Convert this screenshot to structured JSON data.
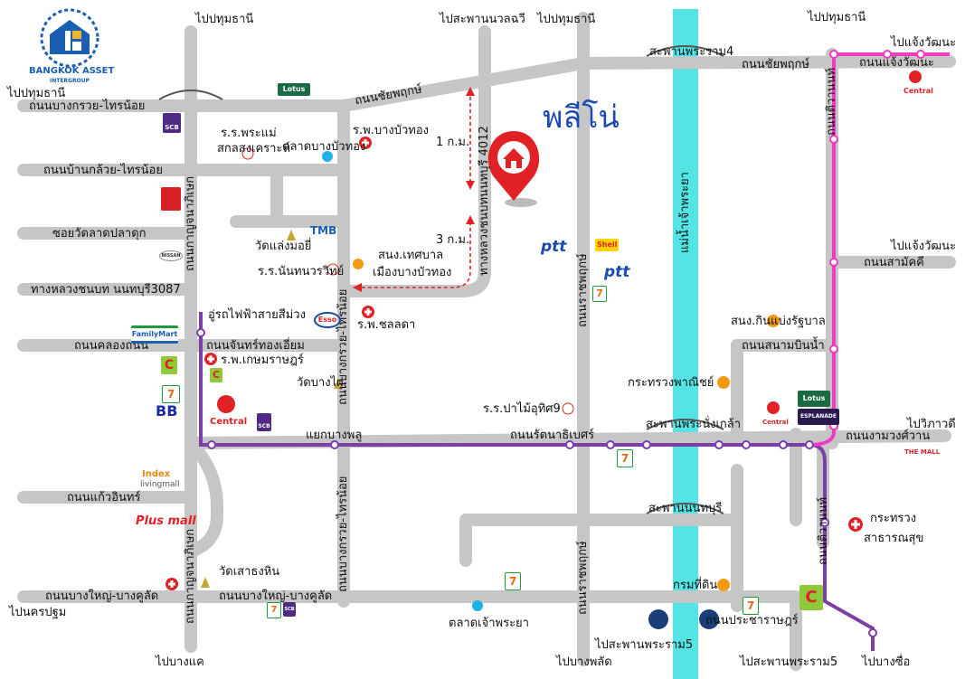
{
  "title": "พลีโน่",
  "logo": {
    "name": "BANGKOK ASSET",
    "tagline": "INTERGROUP"
  },
  "roads": {
    "chaiyaphruek_top": "ถนนชัยพฤกษ์",
    "chaiyaphruek_right": "ถนนชัยพฤกษ์",
    "bangkruai_sainoi_top": "ถนนบางกรวย-ไทรน้อย",
    "bangkruai_sainoi_v1": "ถนนบางกรวย-ไทรน้อย",
    "bangkruai_sainoi_v2": "ถนนบางกรวย-ไทรน้อย",
    "ban_kluai_sainoi": "ถนนบ้านกล้วย-ไทรน้อย",
    "soi_wat_lat_pla_duk": "ซอยวัดลาดปลาดุก",
    "highway_3087": "ทางหลวงชนบท นนทบุรี3087",
    "highway_4012": "ทางหลวงชนบทนนทบุรี 4012",
    "khlong_thanon": "ถนนคลองถนน",
    "chan_thong_iam": "ถนนจันทร์ทองเอี่ยม",
    "kanchanaphisek_1": "ถนนกาญจนาภิเษก",
    "kanchanaphisek_2": "ถนนกาญจนาภิเษก",
    "kaeo_in": "ถนนแก้วอินทร์",
    "bang_yai_bang_khu_lat_left": "ถนนบางใหญ่-บางคูลัด",
    "bang_yai_bang_khu_lat_mid": "ถนนบางใหญ่-บางคูลัด",
    "rattanathibet": "ถนนรัตนาธิเบศร์",
    "ratchaphruek_1": "ถนนราชพฤกษ์",
    "ratchaphruek_2": "ถนนราชพฤกษ์",
    "chaeng_watthana": "ถนนแจ้งวัฒนะ",
    "tiwanon_1": "ถนนติวานนท์",
    "tiwanon_2": "ถนนติวานนท์",
    "samakkhi": "ถนนสามัคคี",
    "sanam_bin_nam": "ถนนสนามบินน้ำ",
    "ngam_wong_wan": "ถนนงามวงศ์วาน",
    "pracharat": "ถนนประชาราษฎร์",
    "river": "แม่น้ำเจ้าพระยา"
  },
  "bridges": {
    "rama4": "สะพานพระราม4",
    "nangklao": "สะพานพระนั่งเกล้า",
    "nonthaburi": "สะพานนนทบุรี"
  },
  "directions": {
    "pathum_left": "ไปปทุมธานี",
    "pathum_top1": "ไปปทุมธานี",
    "nawalawi": "ไปสะพานนวลฉวี",
    "pathum_top2": "ไปปทุมธานี",
    "pathum_top3": "ไปปทุมธานี",
    "chaeng_top": "ไปแจ้งวัฒนะ",
    "chaeng_mid": "ไปแจ้งวัฒนะ",
    "vibhavadi": "ไปวิภาวดี",
    "nakhon_pathom": "ไปนครปฐม",
    "bang_khae": "ไปบางแค",
    "bang_phlat": "ไปบางพลัด",
    "rama5_1": "ไปสะพานพระราม5",
    "rama5_2": "ไปสะพานพระราม5",
    "bang_sue": "ไปบางซื่อ"
  },
  "places": {
    "school_phraemae": "ร.ร.พระแม่",
    "school_phraemae2": "สกลสงเคราะห์",
    "talat_bang_bua_thong": "ตลาดบางบัวทอง",
    "hosp_bang_bua_thong": "ร.พ.บางบัวทอง",
    "wat_laem_yai": "วัดแล่งมอยี่",
    "school_nonthawit": "ร.ร.นันทนวรวิทย์",
    "municipality1": "สนง.เทศบาล",
    "municipality2": "เมืองบางบัวทอง",
    "hosp_chonlada": "ร.พ.ชลลดา",
    "purple_line_station": "อู่รถไฟฟ้าสายสีม่วง",
    "hosp_kasemrad": "ร.พ.เกษมราษฎร์",
    "wat_bang_phai": "วัดบางไผ่",
    "school_panya": "ร.ร.ปาไม้อุทิศ9",
    "commerce": "กระทรวงพาณิชย์",
    "govt_complex": "สนง.กินแบ่งรัฐบาล",
    "health1": "กระทรวง",
    "health2": "สาธารณสุข",
    "wat_sao_thong_hin": "วัดเสาธงหิน",
    "talat_chao_phraya": "ตลาดเจ้าพระยา",
    "land_dept": "กรมที่ดิน",
    "yaek_bang_phlu": "แยกบางพลู"
  },
  "distances": {
    "d1": "1 ก.ม.",
    "d3": "3 ก.ม."
  },
  "brands": {
    "scb": "SCB",
    "tmb": "TMB",
    "esso": "Esso",
    "shell": "Shell",
    "ptt": "ptt",
    "lotus": "Lotus",
    "central": "Central",
    "the_mall": "THE MALL",
    "family_mart": "FamilyMart",
    "bb": "BB",
    "index": "Index",
    "living_mall": "livingmall",
    "plus_mall": "Plus mall",
    "big_c": "C",
    "seven": "7",
    "nissan": "NISSAN",
    "esplanade": "ESPLANADE"
  },
  "colors": {
    "road": "#c6c6c6",
    "river": "#55e4e4",
    "purple_line": "#7b3fa6",
    "pink_line": "#f03cc2",
    "pin": "#e02227",
    "title": "#1a49b4",
    "route_dash": "#e02227",
    "gov_dot": "#f39a15",
    "market_dot": "#1fb2e8"
  }
}
